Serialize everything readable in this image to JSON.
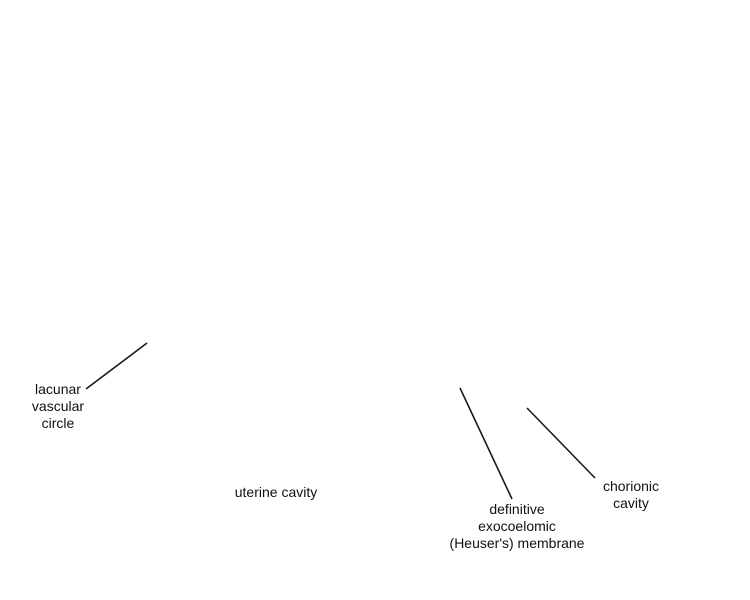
{
  "labels": {
    "lacunar_vascular_circle": [
      "lacunar",
      "vascular",
      "circle"
    ],
    "uterine_cavity": [
      "uterine cavity"
    ],
    "exocoelomic_membrane": [
      "definitive",
      "exocoelomic",
      "(Heuser's) membrane"
    ],
    "chorionic_cavity": [
      "chorionic",
      "cavity"
    ]
  },
  "colors": {
    "leader_line": "#1a1a1a",
    "text": "#111111",
    "background": "#ffffff"
  }
}
